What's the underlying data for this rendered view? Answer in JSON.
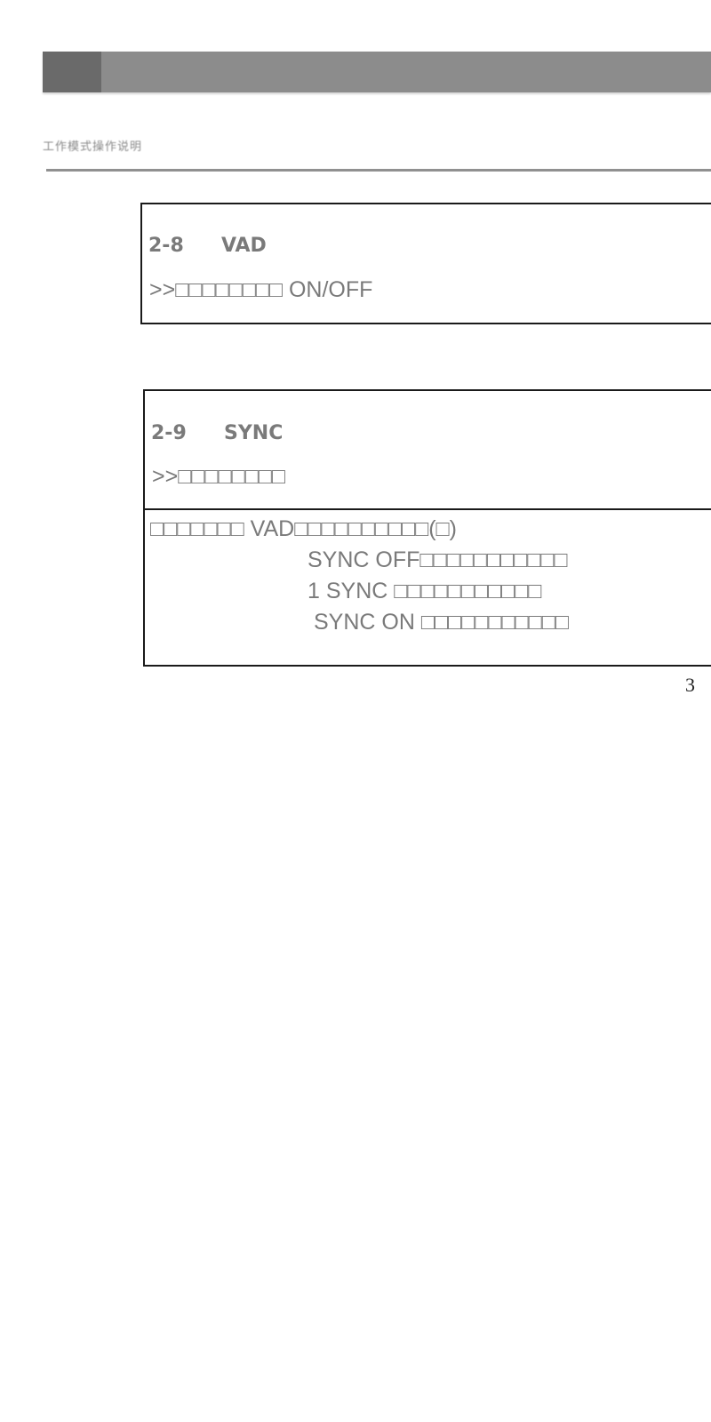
{
  "chapter": {
    "label": "工作模式操作说明"
  },
  "sections": [
    {
      "number": "2-8",
      "name": "VAD",
      "line": ">>□□□□□□□□ ON/OFF"
    },
    {
      "number": "2-9",
      "name": "SYNC",
      "line": ">>□□□□□□□□",
      "description": [
        "□□□□□□□ VAD□□□□□□□□□□(□)",
        "SYNC OFF□□□□□□□□□□□",
        "1 SYNC  □□□□□□□□□□□",
        "SYNC ON □□□□□□□□□□□"
      ]
    }
  ],
  "page_number": "3"
}
